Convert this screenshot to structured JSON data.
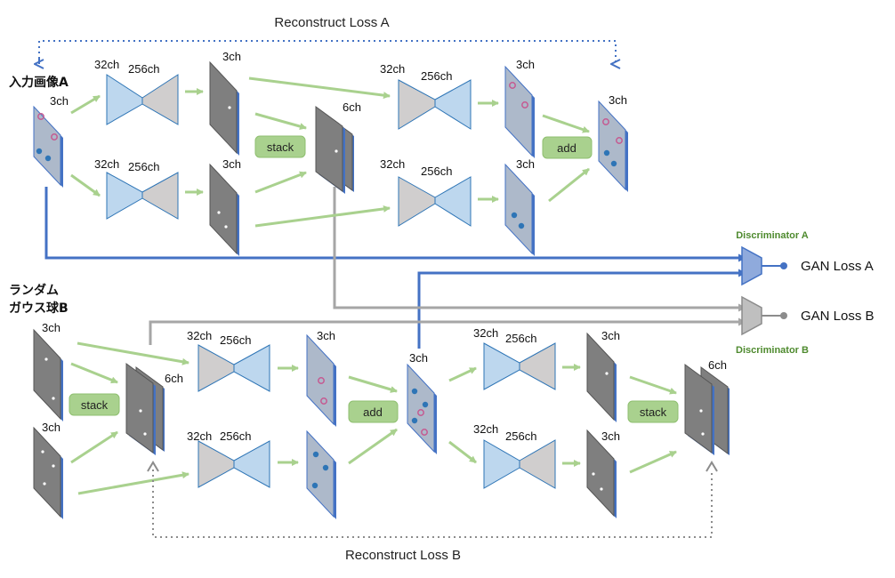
{
  "labels": {
    "reconstruct_a": "Reconstruct Loss A",
    "reconstruct_b": "Reconstruct Loss B",
    "input_a": "入力画像A",
    "input_b_line1": "ランダム",
    "input_b_line2": "ガウス球B",
    "ch3": "3ch",
    "ch6": "6ch",
    "ch32": "32ch",
    "ch256": "256ch",
    "stack": "stack",
    "add": "add",
    "disc_a": "Discriminator A",
    "disc_b": "Discriminator B",
    "gan_a": "GAN Loss A",
    "gan_b": "GAN Loss B"
  },
  "colors": {
    "arrow_green": "#a9d18e",
    "plane_gray": "#7f7f7f",
    "plane_light": "#adb9ca",
    "encoder_blue": "#bdd7ee",
    "encoder_gray": "#d0cece",
    "op_box": "#a9d18e",
    "line_blue": "#4472c4",
    "line_gray": "#a6a6a6",
    "dot_red": "#c55a91",
    "dot_blue": "#2e75b6"
  }
}
